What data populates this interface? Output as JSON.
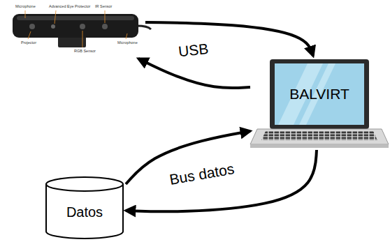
{
  "diagram": {
    "nodes": [
      {
        "text": [
          "Microphone",
          "Advanced Eye Protector",
          "IR Sensor",
          "Projector",
          "RGB Sensor",
          "Microphone"
        ]
      },
      {
        "text": [
          "BALVIRT"
        ]
      },
      {
        "text": [
          "Datos"
        ]
      }
    ],
    "edges": [
      {
        "from": 0,
        "to": 1,
        "arrow": "to",
        "label": "USB"
      },
      {
        "from": 1,
        "to": 0,
        "arrow": "to"
      },
      {
        "from": 2,
        "to": 1,
        "arrow": "to",
        "label": "Bus datos"
      },
      {
        "from": 1,
        "to": 2,
        "arrow": "to"
      }
    ]
  }
}
